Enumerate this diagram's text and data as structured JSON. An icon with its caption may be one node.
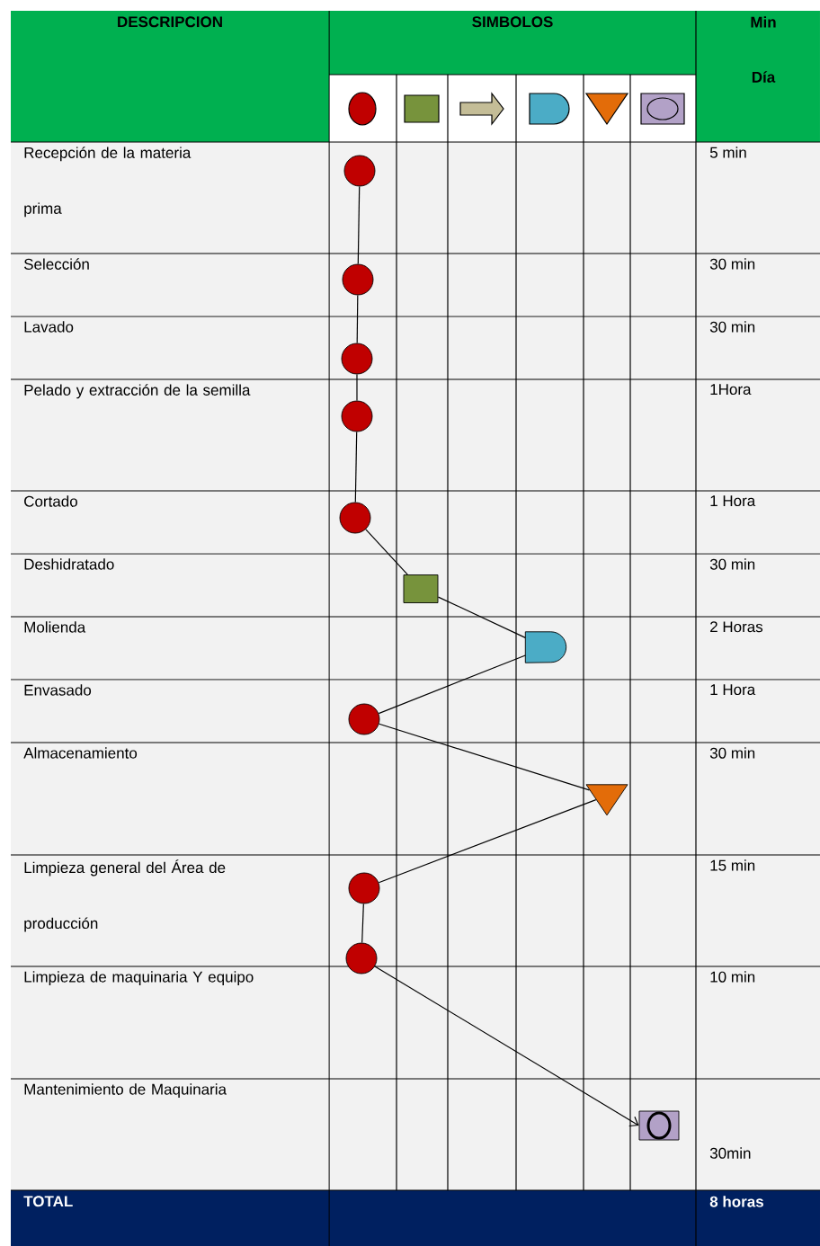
{
  "diagram": {
    "nodes": [
      {
        "text": [],
        "shape": "circle"
      },
      {
        "text": [],
        "shape": "circle"
      },
      {
        "text": [],
        "shape": "circle"
      },
      {
        "text": [],
        "shape": "circle"
      },
      {
        "text": [],
        "shape": "circle"
      },
      {
        "text": [],
        "shape": "square"
      },
      {
        "text": [],
        "shape": "delay"
      },
      {
        "text": [],
        "shape": "circle"
      },
      {
        "text": [],
        "shape": "triangle"
      },
      {
        "text": [],
        "shape": "circle"
      },
      {
        "text": [],
        "shape": "circle"
      },
      {
        "text": [],
        "shape": "box"
      }
    ],
    "edges": [
      {
        "from": 0,
        "to": 1,
        "arrow": "none"
      },
      {
        "from": 1,
        "to": 2,
        "arrow": "none"
      },
      {
        "from": 2,
        "to": 3,
        "arrow": "none"
      },
      {
        "from": 3,
        "to": 4,
        "arrow": "none"
      },
      {
        "from": 4,
        "to": 5,
        "arrow": "none"
      },
      {
        "from": 5,
        "to": 6,
        "arrow": "none"
      },
      {
        "from": 6,
        "to": 7,
        "arrow": "none"
      },
      {
        "from": 7,
        "to": 8,
        "arrow": "none"
      },
      {
        "from": 8,
        "to": 9,
        "arrow": "none"
      },
      {
        "from": 9,
        "to": 10,
        "arrow": "none"
      },
      {
        "from": 10,
        "to": 11,
        "arrow": "to"
      }
    ],
    "labels": [
      "DESCRIPCION",
      "SIMBOLOS",
      "Min",
      "Día",
      "Recepción de la materia prima",
      "5 min",
      "Selección",
      "30 min",
      "Lavado",
      "30 min",
      "Pelado y extracción de la semilla",
      "1Hora",
      "Cortado",
      "1 Hora",
      "Deshidratado",
      "30 min",
      "Molienda",
      "2 Horas",
      "Envasado",
      "1 Hora",
      "Almacenamiento",
      "30 min",
      "Limpieza general del Área de producción",
      "15 min",
      "Limpieza de maquinaria Y equipo",
      "10 min",
      "Mantenimiento de Maquinaria",
      "30min",
      "TOTAL",
      "8 horas"
    ]
  }
}
